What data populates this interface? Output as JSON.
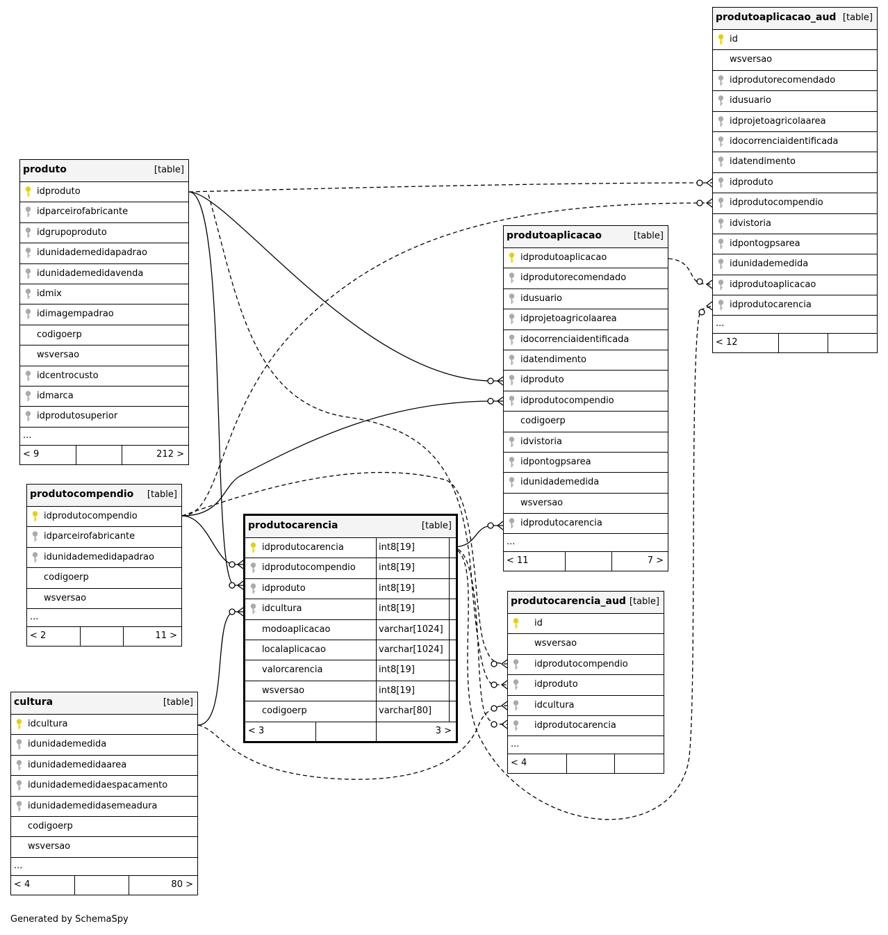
{
  "colors": {
    "header_bg": "#f4f4f4",
    "primary_key": "#e8d000",
    "foreign_key": "#aaaaaa",
    "line": "#000000"
  },
  "tables": {
    "produto": {
      "name": "produto",
      "type": "[table]",
      "columns": [
        "idproduto",
        "idparceirofabricante",
        "idgrupoproduto",
        "idunidademedidapadrao",
        "idunidademedidavenda",
        "idmix",
        "idimagempadrao",
        "codigoerp",
        "wsversao",
        "idcentrocusto",
        "idmarca",
        "idprodutosuperior"
      ],
      "keys": [
        "pk",
        "fk",
        "fk",
        "fk",
        "fk",
        "fk",
        "fk",
        "none",
        "none",
        "fk",
        "fk",
        "fk"
      ],
      "ellipsis": "...",
      "footer": [
        "< 9",
        "",
        "212 >"
      ]
    },
    "produtocompendio": {
      "name": "produtocompendio",
      "type": "[table]",
      "columns": [
        "idprodutocompendio",
        "idparceirofabricante",
        "idunidademedidapadrao",
        "codigoerp",
        "wsversao"
      ],
      "keys": [
        "pk",
        "fk",
        "fk",
        "none",
        "none"
      ],
      "ellipsis": "...",
      "footer": [
        "< 2",
        "",
        "11 >"
      ]
    },
    "cultura": {
      "name": "cultura",
      "type": "[table]",
      "columns": [
        "idcultura",
        "idunidademedida",
        "idunidademedidaarea",
        "idunidademedidaespacamento",
        "idunidademedidasemeadura",
        "codigoerp",
        "wsversao"
      ],
      "keys": [
        "pk",
        "fk",
        "fk",
        "fk",
        "fk",
        "none",
        "none"
      ],
      "ellipsis": "...",
      "footer": [
        "< 4",
        "",
        "80 >"
      ]
    },
    "produtocarencia": {
      "name": "produtocarencia",
      "type": "[table]",
      "columns": [
        "idprodutocarencia",
        "idprodutocompendio",
        "idproduto",
        "idcultura",
        "modoaplicacao",
        "localaplicacao",
        "valorcarencia",
        "wsversao",
        "codigoerp"
      ],
      "types": [
        "int8[19]",
        "int8[19]",
        "int8[19]",
        "int8[19]",
        "varchar[1024]",
        "varchar[1024]",
        "int8[19]",
        "int8[19]",
        "varchar[80]"
      ],
      "keys": [
        "pk",
        "fk",
        "fk",
        "fk",
        "none",
        "none",
        "none",
        "none",
        "none"
      ],
      "footer": [
        "< 3",
        "",
        "3 >"
      ]
    },
    "produtoaplicacao": {
      "name": "produtoaplicacao",
      "type": "[table]",
      "columns": [
        "idprodutoaplicacao",
        "idprodutorecomendado",
        "idusuario",
        "idprojetoagricolaarea",
        "idocorrenciaidentificada",
        "idatendimento",
        "idproduto",
        "idprodutocompendio",
        "codigoerp",
        "idvistoria",
        "idpontogpsarea",
        "idunidademedida",
        "wsversao",
        "idprodutocarencia"
      ],
      "keys": [
        "pk",
        "fk",
        "fk",
        "fk",
        "fk",
        "fk",
        "fk",
        "fk",
        "none",
        "fk",
        "fk",
        "fk",
        "none",
        "fk"
      ],
      "ellipsis": "...",
      "footer": [
        "< 11",
        "",
        "7 >"
      ]
    },
    "produtocarencia_aud": {
      "name": "produtocarencia_aud",
      "type": "[table]",
      "columns": [
        "id",
        "wsversao",
        "idprodutocompendio",
        "idproduto",
        "idcultura",
        "idprodutocarencia"
      ],
      "keys": [
        "pk",
        "none",
        "fk",
        "fk",
        "fk",
        "fk"
      ],
      "ellipsis": "...",
      "footer": [
        "< 4",
        "",
        ""
      ]
    },
    "produtoaplicacao_aud": {
      "name": "produtoaplicacao_aud",
      "type": "[table]",
      "columns": [
        "id",
        "wsversao",
        "idprodutorecomendado",
        "idusuario",
        "idprojetoagricolaarea",
        "idocorrenciaidentificada",
        "idatendimento",
        "idproduto",
        "idprodutocompendio",
        "idvistoria",
        "idpontogpsarea",
        "idunidademedida",
        "idprodutoaplicacao",
        "idprodutocarencia"
      ],
      "keys": [
        "pk",
        "none",
        "fk",
        "fk",
        "fk",
        "fk",
        "fk",
        "fk",
        "fk",
        "fk",
        "fk",
        "fk",
        "fk",
        "fk"
      ],
      "ellipsis": "...",
      "footer": [
        "< 12",
        "",
        ""
      ]
    }
  },
  "credit": "Generated by SchemaSpy"
}
